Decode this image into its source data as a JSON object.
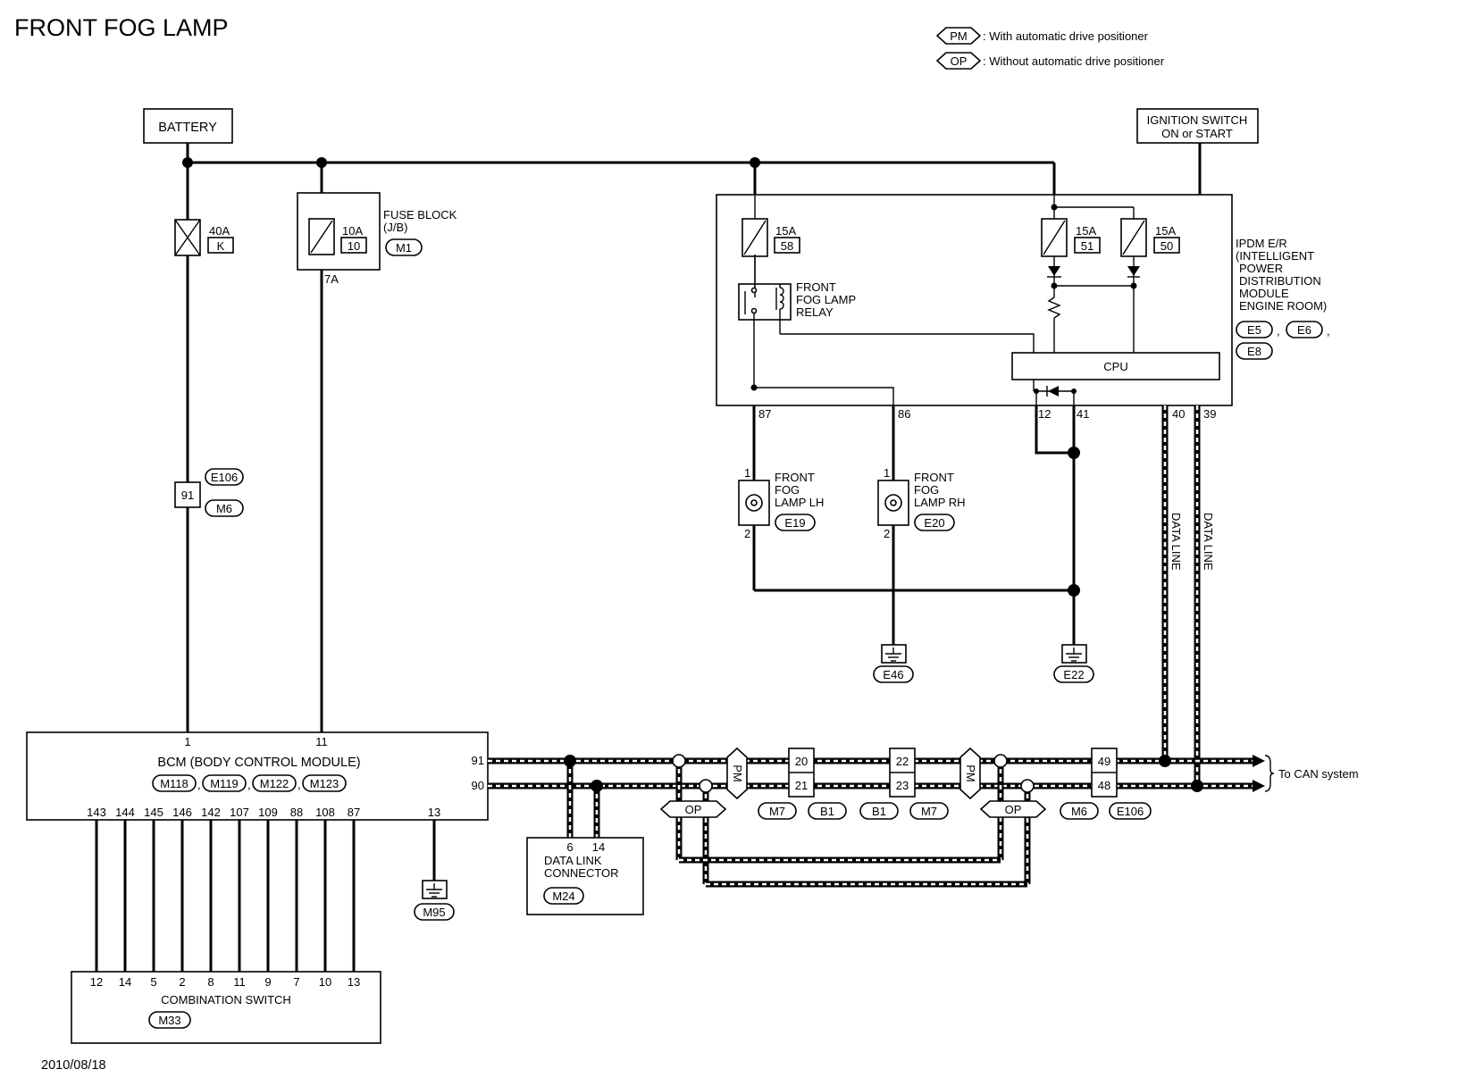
{
  "title": "FRONT FOG LAMP",
  "date": "2010/08/18",
  "legend": [
    {
      "code": "PM",
      "text": ": With automatic drive positioner"
    },
    {
      "code": "OP",
      "text": ": Without automatic drive positioner"
    }
  ],
  "battery": "BATTERY",
  "ignition": {
    "line1": "IGNITION SWITCH",
    "line2": "ON or START"
  },
  "fuse_40a": {
    "rating": "40A",
    "id": "K"
  },
  "fuse_block": {
    "rating": "10A",
    "id": "10",
    "label1": "FUSE BLOCK",
    "label2": "(J/B)",
    "conn": "M1",
    "pin": "7A"
  },
  "conn_91": {
    "pin": "91",
    "conn_a": "E106",
    "conn_b": "M6"
  },
  "ipdm": {
    "label": [
      "IPDM E/R",
      "(INTELLIGENT",
      "POWER",
      "DISTRIBUTION",
      "MODULE",
      "ENGINE ROOM)"
    ],
    "conns": [
      "E5",
      "E6",
      "E8"
    ],
    "comma": ",",
    "fuse58": {
      "rating": "15A",
      "id": "58"
    },
    "fuse51": {
      "rating": "15A",
      "id": "51"
    },
    "fuse50": {
      "rating": "15A",
      "id": "50"
    },
    "relay": [
      "FRONT",
      "FOG LAMP",
      "RELAY"
    ],
    "cpu": "CPU",
    "pins": [
      "87",
      "86",
      "12",
      "41",
      "40",
      "39"
    ]
  },
  "lamp_lh": {
    "lines": [
      "FRONT",
      "FOG",
      "LAMP LH"
    ],
    "conn": "E19",
    "pin_top": "1",
    "pin_bottom": "2"
  },
  "lamp_rh": {
    "lines": [
      "FRONT",
      "FOG",
      "LAMP RH"
    ],
    "conn": "E20",
    "pin_top": "1",
    "pin_bottom": "2"
  },
  "grounds": [
    "E46",
    "E22",
    "M95"
  ],
  "data_line": "DATA LINE",
  "bcm": {
    "label": "BCM (BODY CONTROL MODULE)",
    "conns": [
      "M118",
      "M119",
      "M122",
      "M123"
    ],
    "sep": ",",
    "top_pins": [
      "1",
      "11"
    ],
    "can_pins": [
      "91",
      "90"
    ],
    "bottom_pins": [
      "143",
      "144",
      "145",
      "146",
      "142",
      "107",
      "109",
      "88",
      "108",
      "87"
    ],
    "ground_pin": "13"
  },
  "combination_switch": {
    "label": "COMBINATION SWITCH",
    "conn": "M33",
    "pins": [
      "12",
      "14",
      "5",
      "2",
      "8",
      "11",
      "9",
      "7",
      "10",
      "13"
    ]
  },
  "data_link": {
    "line1": "DATA LINK",
    "line2": "CONNECTOR",
    "conn": "M24",
    "pins": [
      "6",
      "14"
    ]
  },
  "can_connectors": [
    {
      "top": "20",
      "bottom": "21"
    },
    {
      "top": "22",
      "bottom": "23"
    },
    {
      "top": "49",
      "bottom": "48"
    }
  ],
  "can_conn_labels": [
    "M7",
    "B1",
    "B1",
    "M7",
    "M6",
    "E106"
  ],
  "to_can": "To CAN system"
}
